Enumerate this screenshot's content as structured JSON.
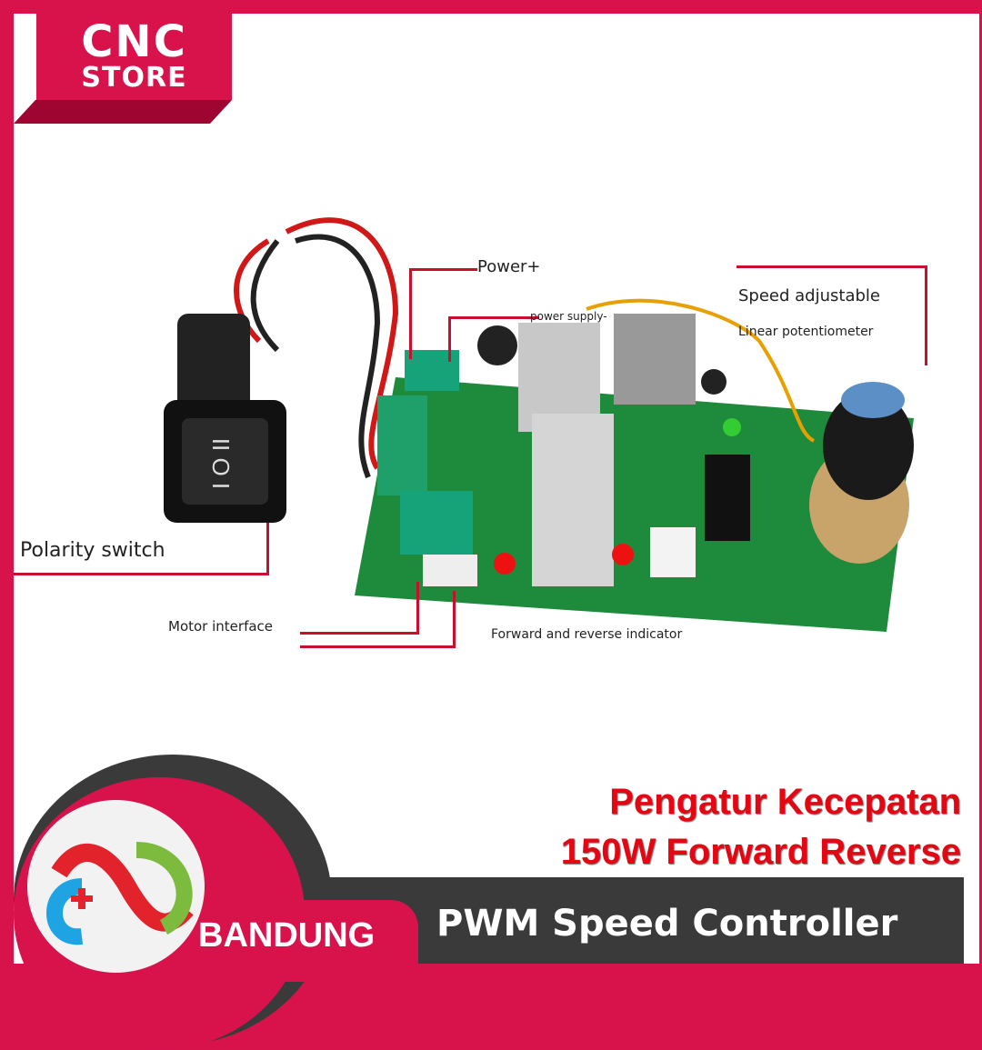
{
  "brand": {
    "line1": "CNC",
    "line2": "STORE"
  },
  "labels": {
    "power_plus": "Power+",
    "power_supply_minus": "power supply-",
    "speed_adjustable": "Speed adjustable",
    "linear_potentiometer": "Linear potentiometer",
    "polarity_switch": "Polarity switch",
    "motor_interface": "Motor interface",
    "forward_reverse_indicator": "Forward and reverse indicator"
  },
  "headline": {
    "line1": "Pengatur Kecepatan",
    "line2": "150W Forward Reverse"
  },
  "product_name": "PWM Speed Controller",
  "location": "BANDUNG",
  "colors": {
    "brand": "#d8134c",
    "band": "#3a3a3a",
    "headline": "#e30613",
    "pcb": "#1e8a3c"
  }
}
